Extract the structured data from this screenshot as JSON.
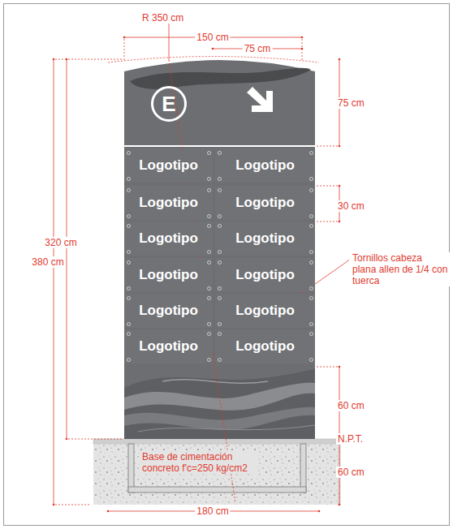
{
  "diagram": {
    "nodes": [
      {
        "text": [
          "E"
        ]
      },
      {
        "text": [
          "Logotipo"
        ]
      },
      {
        "text": [
          "Logotipo"
        ]
      },
      {
        "text": [
          "Logotipo"
        ]
      },
      {
        "text": [
          "Logotipo"
        ]
      },
      {
        "text": [
          "Logotipo"
        ]
      },
      {
        "text": [
          "Logotipo"
        ]
      },
      {
        "text": [
          "Logotipo"
        ]
      },
      {
        "text": [
          "Logotipo"
        ]
      },
      {
        "text": [
          "Logotipo"
        ]
      },
      {
        "text": [
          "Logotipo"
        ]
      },
      {
        "text": [
          "Logotipo"
        ]
      },
      {
        "text": [
          "Logotipo"
        ]
      }
    ],
    "edges": [],
    "labels": [
      "R 350 cm",
      "150 cm",
      "75 cm",
      "75 cm",
      "30 cm",
      "320 cm",
      "380 cm",
      "Tornillos cabeza plana allen de 1/4 con tuerca",
      "60 cm",
      "N.P.T.",
      "Base de cimentación concreto f'c=250 kg/cm2",
      "60 cm",
      "180 cm"
    ]
  }
}
